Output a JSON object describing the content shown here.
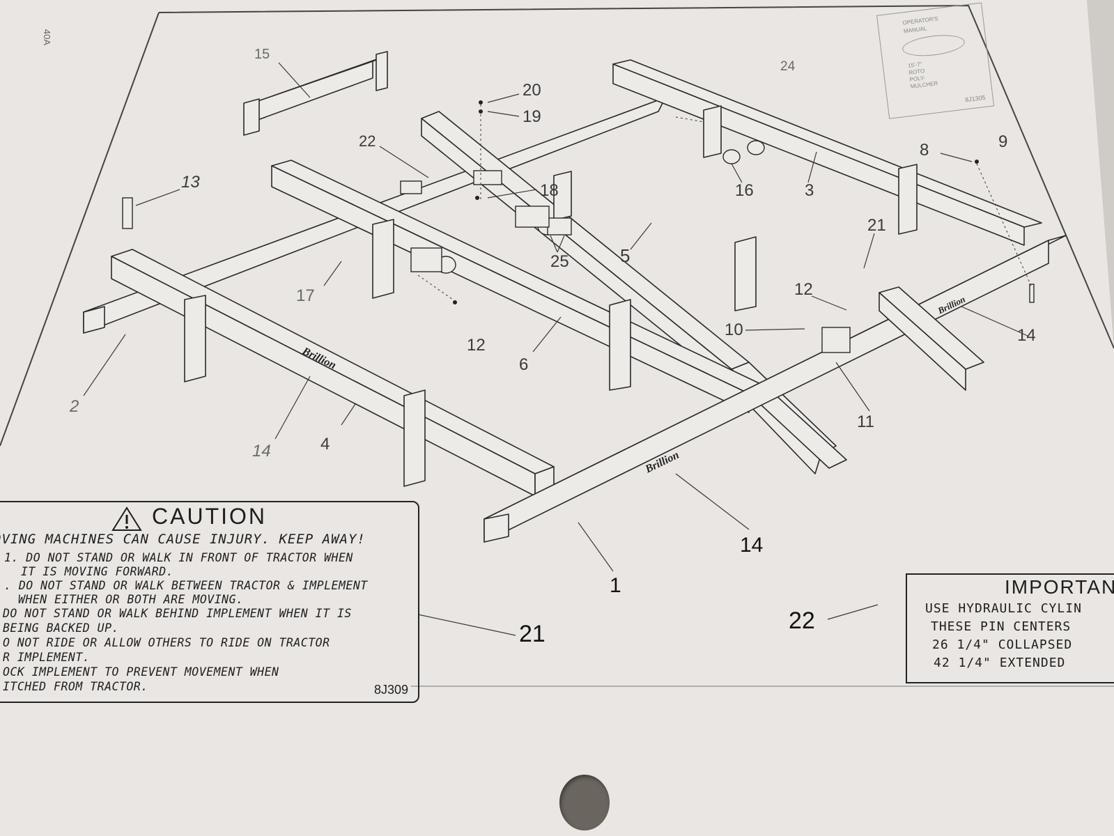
{
  "page": {
    "number": "40A"
  },
  "callouts": {
    "c15": "15",
    "c20": "20",
    "c19": "19",
    "c24": "24",
    "c22a": "22",
    "c13": "13",
    "c18": "18",
    "c16": "16",
    "c3": "3",
    "c8": "8",
    "c9": "9",
    "c5": "5",
    "c25": "25",
    "c17": "17",
    "c21a": "21",
    "c12a": "12",
    "c12b": "12",
    "c10": "10",
    "c2": "2",
    "c6": "6",
    "c14a": "14",
    "c14b": "14",
    "c4": "4",
    "c11": "11",
    "c14c": "14",
    "c1": "1",
    "c21b": "21",
    "c22b": "22"
  },
  "caution_decal": {
    "title": "CAUTION",
    "lead": "OVING MACHINES CAN CAUSE INJURY. KEEP AWAY!",
    "lines": [
      "1. DO NOT STAND OR WALK IN FRONT OF TRACTOR WHEN",
      "IT IS MOVING FORWARD.",
      ". DO NOT STAND OR WALK BETWEEN TRACTOR & IMPLEMENT",
      "WHEN EITHER OR BOTH ARE MOVING.",
      "DO NOT STAND OR WALK BEHIND IMPLEMENT WHEN IT IS",
      "BEING BACKED UP.",
      "O NOT RIDE OR ALLOW OTHERS TO RIDE ON TRACTOR",
      "R IMPLEMENT.",
      "OCK IMPLEMENT TO PREVENT MOVEMENT WHEN",
      "ITCHED FROM TRACTOR."
    ],
    "code": "8J309"
  },
  "important_decal": {
    "title": "IMPORTANT",
    "lines": [
      "USE HYDRAULIC CYLIN",
      "THESE PIN CENTERS",
      "26 1/4\" COLLAPSED",
      "42 1/4\" EXTENDED"
    ]
  },
  "manual_cover": {
    "lines": [
      "OPERATOR'S",
      "MANUAL",
      "15'-7\"",
      "ROTO",
      "POLY-",
      "MULCHER"
    ],
    "code": "8J1305"
  },
  "brand_mark": "Brillion",
  "colors": {
    "paper": "#e9e6e3",
    "ink": "#2a2a2a",
    "background": "#6e6862"
  }
}
